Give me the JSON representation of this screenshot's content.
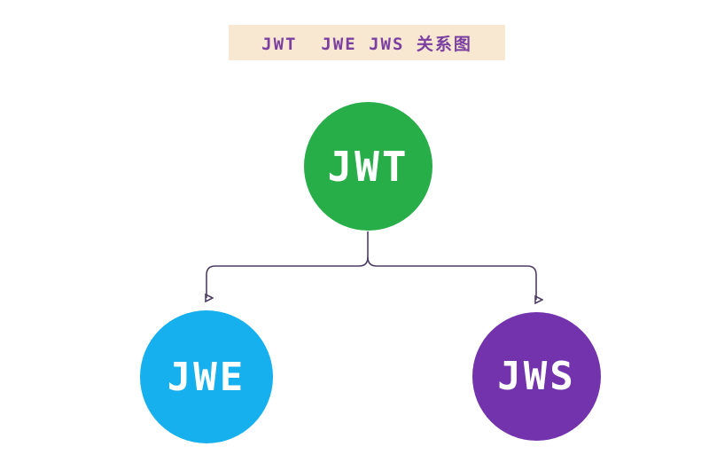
{
  "title": {
    "text": "JWT  JWE JWS 关系图",
    "bg_color": "#f8e7d1",
    "text_color": "#7a3fa0"
  },
  "nodes": {
    "jwt": {
      "label": "JWT",
      "color": "#27ae49"
    },
    "jwe": {
      "label": "JWE",
      "color": "#17b0ee"
    },
    "jws": {
      "label": "JWS",
      "color": "#7233ad"
    }
  },
  "connector_color": "#4d3f63"
}
